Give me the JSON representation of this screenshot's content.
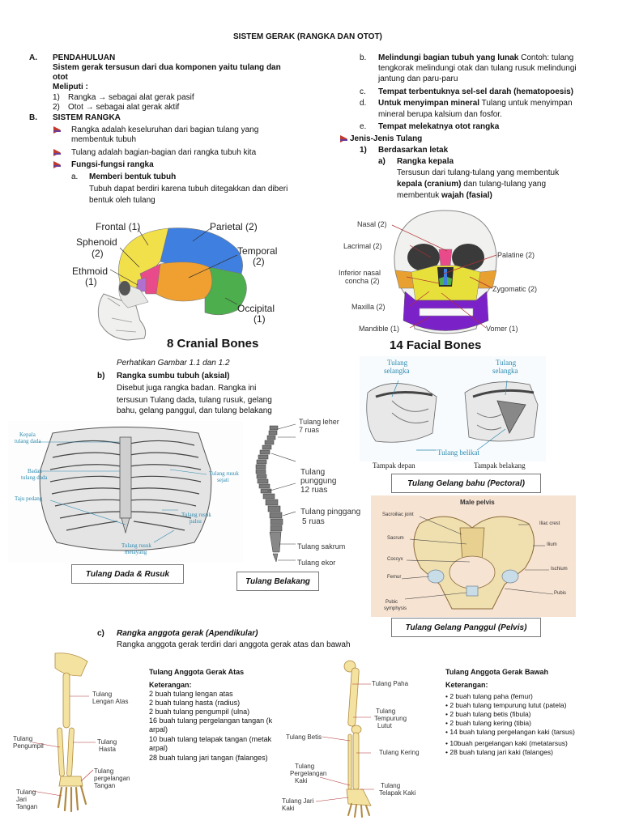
{
  "title": "SISTEM GERAK (RANGKA DAN OTOT)",
  "left": {
    "A_letter": "A.",
    "A_title": "PENDAHULUAN",
    "A_line1": "Sistem gerak tersusun dari dua komponen  yaitu tulang dan",
    "A_line2": "otot",
    "A_line3": "Meliputi :",
    "A_item1_num": "1)",
    "A_item1": "Rangka → sebagai alat gerak pasif",
    "A_item2_num": "2)",
    "A_item2": "Otot → sebagai alat gerak aktif",
    "B_letter": "B.",
    "B_title": "SISTEM RANGKA",
    "B_b1_l1": "Rangka adalah keseluruhan dari bagian tulang yang",
    "B_b1_l2": "membentuk tubuh",
    "B_b2": "Tulang adalah bagian-bagian dari rangka tubuh kita",
    "B_b3": "Fungsi-fungsi rangka",
    "a_letter": "a.",
    "a_title": "Memberi bentuk tubuh",
    "a_l1": "Tubuh dapat berdiri karena tubuh ditegakkan dan diberi",
    "a_l2": "bentuk oleh tulang"
  },
  "right": {
    "b_letter": "b.",
    "b_title": "Melindungi bagian tubuh yang lunak",
    "b_tail": " Contoh: tulang",
    "b_l2": "tengkorak melindungi otak dan tulang rusuk melindungi",
    "b_l3": "jantung dan paru-paru",
    "c_letter": "c.",
    "c_title": "Tempat terbentuknya sel-sel darah (hematopoesis)",
    "d_letter": "d.",
    "d_title": "Untuk menyimpan mineral",
    "d_tail": " Tulang untuk menyimpan",
    "d_l2": "mineral berupa kalsium  dan fosfor.",
    "e_letter": "e.",
    "e_title": "Tempat melekatnya otot rangka",
    "jenis": "Jenis-Jenis Tulang",
    "j1_num": "1)",
    "j1_title": "Berdasarkan letak",
    "ja_letter": "a)",
    "ja_title": "Rangka kepala",
    "ja_l1": "Tersusun dari tulang-tulang yang membentuk",
    "ja_l2a": "kepala (cranium)",
    "ja_l2b": " dan tulang-tulang yang",
    "ja_l3a": "membentuk ",
    "ja_l3b": "wajah (fasial)"
  },
  "cranial": {
    "frontal": "Frontal (1)",
    "parietal": "Parietal (2)",
    "sphenoid": "Sphenoid",
    "sphenoid2": "(2)",
    "temporal": "Temporal",
    "temporal2": "(2)",
    "ethmoid": "Ethmoid",
    "ethmoid2": "(1)",
    "occipital": "Occipital",
    "occipital2": "(1)",
    "caption": "8 Cranial Bones"
  },
  "facial": {
    "nasal": "Nasal (2)",
    "lacrimal": "Lacrimal (2)",
    "palatine": "Palatine (2)",
    "inferior": "Inferior nasal",
    "concha": "concha (2)",
    "zygomatic": "Zygomatic (2)",
    "maxilla": "Maxilla (2)",
    "mandible": "Mandible (1)",
    "vomer": "Vomer (1)",
    "caption": "14 Facial Bones"
  },
  "mid": {
    "perhatikan": "Perhatikan Gambar 1.1 dan 1.2",
    "b_letter": "b)",
    "b_title": "Rangka sumbu tubuh (aksial)",
    "b_l1": "Disebut juga rangka badan. Rangka ini",
    "b_l2": "tersusun Tulang dada, tulang rusuk, gelang",
    "b_l3": "bahu, gelang panggul, dan tulang belakang"
  },
  "shoulder": {
    "sel1": "Tulang",
    "sel1b": "selangka",
    "sel2": "Tulang",
    "sel2b": "selangka",
    "belikat": "Tulang belikat",
    "depan": "Tampak depan",
    "belakang": "Tampak belakang",
    "caption": "Tulang Gelang bahu (Pectoral)"
  },
  "ribs": {
    "kepala": "Kepala",
    "kepala2": "tulang dada",
    "badan": "Badan",
    "badan2": "tulang dada",
    "taju": "Taju pedang",
    "sejati": "Tulang rusuk",
    "sejati2": "sejati",
    "palsu": "Tulang rusuk",
    "palsu2": "palsu",
    "melayang": "Tulang rusuk",
    "melayang2": "melayang",
    "caption": "Tulang Dada & Rusuk"
  },
  "spine": {
    "leher": "Tulang leher",
    "leher2": "7 ruas",
    "punggung": "Tulang",
    "punggung2": "punggung",
    "punggung3": "12 ruas",
    "pinggang": "Tulang pinggang",
    "pinggang2": "5 ruas",
    "sakrum": "Tulang sakrum",
    "ekor": "Tulang ekor",
    "caption": "Tulang Belakang"
  },
  "pelvis": {
    "title": "Male pelvis",
    "sacroiliac": "Sacroiliac joint",
    "iliac": "Iliac crest",
    "sacrum": "Sacrum",
    "ilium": "Ilium",
    "coccyx": "Coccyx",
    "ischium": "Ischium",
    "femur": "Femur",
    "pubis": "Pubis",
    "pubic": "Pubic",
    "symphysis": "symphysis",
    "caption": "Tulang Gelang Panggul (Pelvis)"
  },
  "limb": {
    "c_letter": "c)",
    "c_title": "Rangka anggota gerak (Apendikular)",
    "c_l1": "Rangka anggota gerak terdiri dari anggota gerak atas dan bawah"
  },
  "arm": {
    "lengan": "Tulang",
    "lengan2": "Lengan Atas",
    "pengumpil": "Tulang",
    "pengumpil2": "Pengumpil",
    "hasta": "Tulang",
    "hasta2": "Hasta",
    "pergelangan": "Tulang",
    "pergelangan2": "pergelangan",
    "pergelangan3": "Tangan",
    "jari": "Tulang",
    "jari2": "Jari",
    "jari3": "Tangan",
    "heading": "Tulang Anggota Gerak Atas",
    "ket": "Keterangan:",
    "l1": "2 buah tulang lengan atas",
    "l2": "2 buah tulang hasta (radius)",
    "l3": "2 buah tulang pengumpil (ulna)",
    "l4": "16 buah tulang pergelangan tangan (k",
    "l4b": "arpal)",
    "l5": "10 buah tulang telapak tangan (metak",
    "l5b": "arpal)",
    "l6": "28 buah tulang jari tangan (falanges)"
  },
  "leg": {
    "paha": "Tulang Paha",
    "tempurung": "Tulang",
    "tempurung2": "Tempurung",
    "tempurung3": "Lutut",
    "betis": "Tulang Betis",
    "kering": "Tulang Kering",
    "pergel": "Tulang",
    "pergel2": "Pergelangan",
    "pergel3": "Kaki",
    "telapak": "Tulang",
    "telapak2": "Telapak Kaki",
    "jari": "Tulang Jari",
    "jari2": "Kaki",
    "heading": "Tulang Anggota Gerak Bawah",
    "ket": "Keterangan:",
    "l1": "• 2 buah tulang paha (femur)",
    "l2": "• 2 buah tulang tempurung lutut (patela)",
    "l3": "• 2 buah tulang betis (fibula)",
    "l4": "• 2 buah tulang kering (tibia)",
    "l5": "• 14 buah tulang pergelangan kaki (tarsus)",
    "l6": "• 10buah pergelangan kaki (metatarsus)",
    "l7": "• 28 buah tulang jari kaki (falanges)"
  },
  "colors": {
    "bullet_red": "#c0392b",
    "bullet_purple": "#6a3d9a",
    "frontal": "#f2e04a",
    "parietal": "#3f7fe0",
    "temporal": "#f0a030",
    "occipital": "#4cae4c",
    "sphenoid": "#e84a8a",
    "mandible": "#7a22c8",
    "maxilla": "#e8e03a",
    "label_blue": "#2a8ab0"
  }
}
